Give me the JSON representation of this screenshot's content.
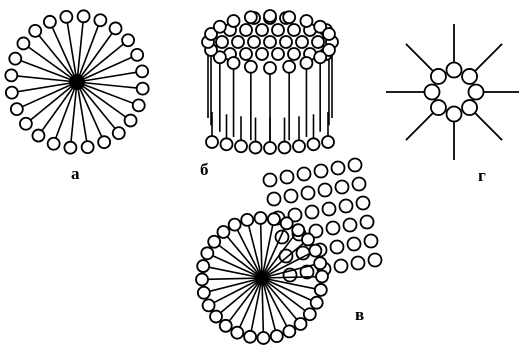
{
  "figure": {
    "labels": {
      "a": "а",
      "b": "б",
      "v": "в",
      "g": "г"
    },
    "colors": {
      "stroke": "#000000",
      "fill": "#ffffff",
      "background": "#ffffff"
    },
    "panels": [
      {
        "key": "a",
        "structure": "spherical-micelle",
        "heads": 24
      },
      {
        "key": "b",
        "structure": "cylindrical-micelle-side-view",
        "heads": 40
      },
      {
        "key": "v",
        "structure": "cylindrical-micelle-oblique-view",
        "heads": 60
      },
      {
        "key": "g",
        "structure": "reverse-micelle",
        "heads": 8
      }
    ]
  }
}
